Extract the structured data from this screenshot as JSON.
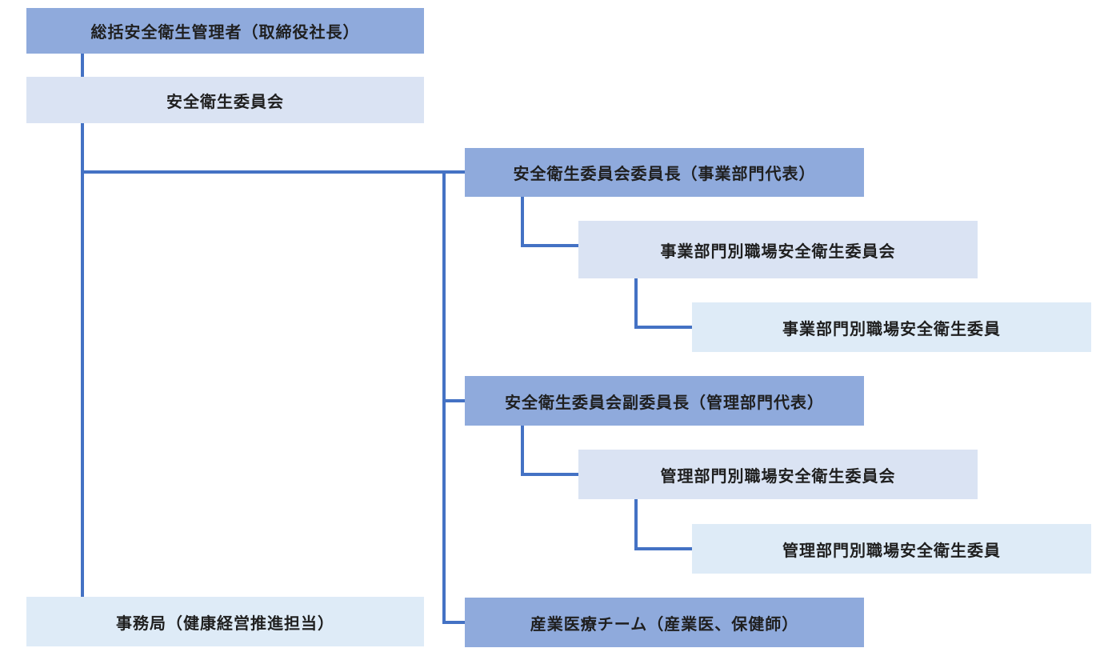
{
  "colors": {
    "connector": "#4472c4",
    "box_dark": "#8faadc",
    "box_mid": "#dae3f3",
    "box_light": "#deebf7"
  },
  "nodes": {
    "general_manager": "総括安全衛生管理者（取締役社長）",
    "safety_committee": "安全衛生委員会",
    "chairman": "安全衛生委員会委員長（事業部門代表）",
    "business_workplace_committee": "事業部門別職場安全衛生委員会",
    "business_workplace_member": "事業部門別職場安全衛生委員",
    "vice_chairman": "安全衛生委員会副委員長（管理部門代表）",
    "admin_workplace_committee": "管理部門別職場安全衛生委員会",
    "admin_workplace_member": "管理部門別職場安全衛生委員",
    "secretariat": "事務局（健康経営推進担当）",
    "medical_team": "産業医療チーム（産業医、保健師）"
  }
}
